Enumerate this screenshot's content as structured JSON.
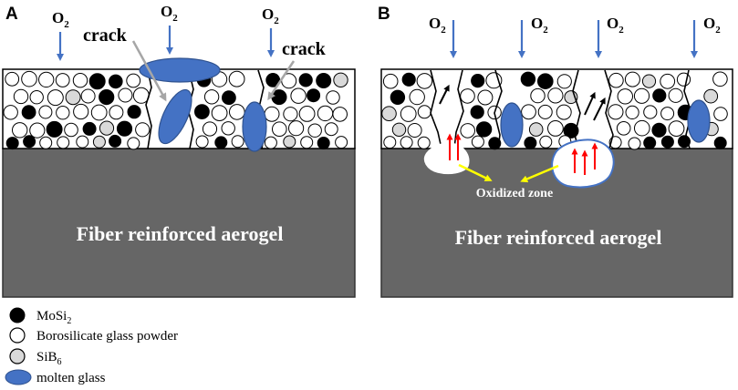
{
  "colors": {
    "substrate": "#666666",
    "molten_glass": "#4472c4",
    "mosi2": "#000000",
    "borosilicate": "#ffffff",
    "sib6": "#d9d9d9",
    "o2_arrow": "#4472c4",
    "crack_arrow": "#a6a6a6",
    "oxygen_path_arrow_black": "#000000",
    "outgas_arrow": "#ff0000",
    "zone_pointer": "#ffff00",
    "oxidized_zone_outline": "#4472c4"
  },
  "panel_a": {
    "letter": "A",
    "o2_labels": [
      {
        "main": "O",
        "sub": "2"
      },
      {
        "main": "O",
        "sub": "2"
      },
      {
        "main": "O",
        "sub": "2"
      }
    ],
    "crack_labels": [
      "crack",
      "crack"
    ],
    "substrate_label": "Fiber reinforced aerogel"
  },
  "panel_b": {
    "letter": "B",
    "o2_labels": [
      {
        "main": "O",
        "sub": "2"
      },
      {
        "main": "O",
        "sub": "2"
      },
      {
        "main": "O",
        "sub": "2"
      },
      {
        "main": "O",
        "sub": "2"
      }
    ],
    "oxidized_zone_label": "Oxidized zone",
    "substrate_label": "Fiber reinforced aerogel"
  },
  "legend": [
    {
      "icon": "black-circle",
      "text": "MoSi",
      "sub": "2"
    },
    {
      "icon": "white-circle",
      "text": "Borosilicate glass powder",
      "sub": ""
    },
    {
      "icon": "grey-circle",
      "text": "SiB",
      "sub": "6"
    },
    {
      "icon": "blue-ellipse",
      "text": "molten glass",
      "sub": ""
    }
  ]
}
